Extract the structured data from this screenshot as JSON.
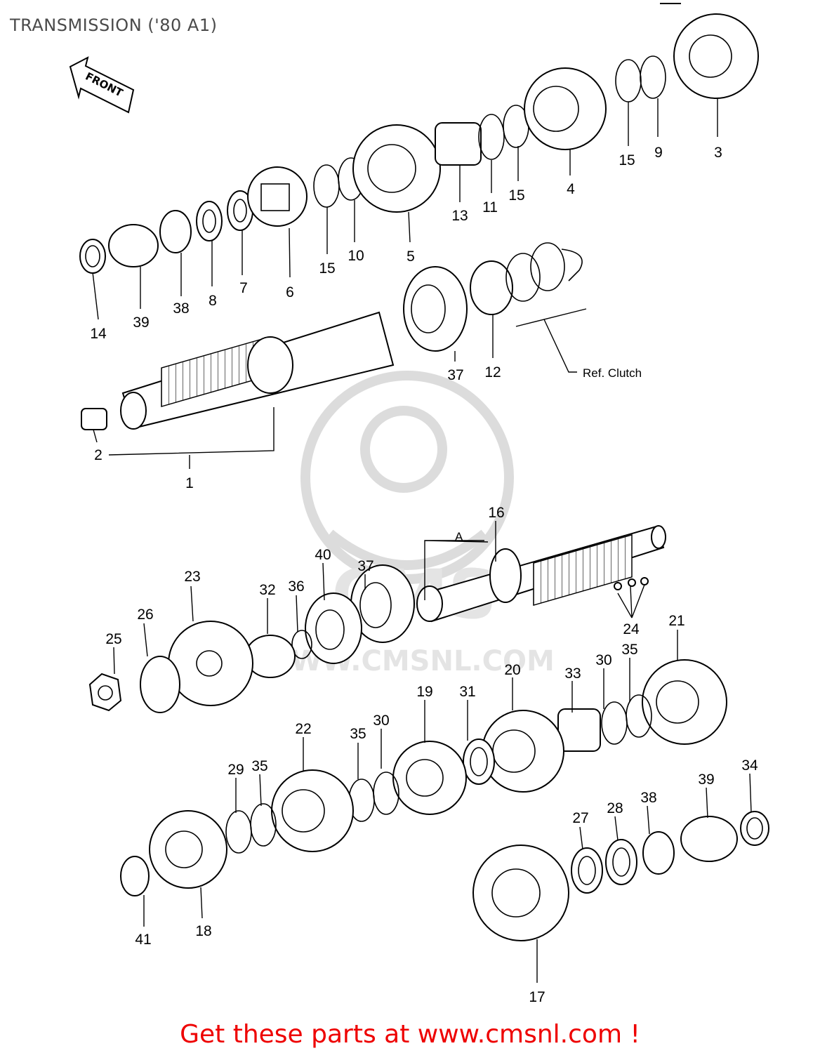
{
  "header": {
    "title": "TRANSMISSION ('80 A1)"
  },
  "front_arrow": {
    "label": "FRONT"
  },
  "watermark": {
    "site": "WWW.CMSNL.COM",
    "brand": "CMS"
  },
  "reference_note": {
    "text": "Ref. Clutch"
  },
  "dimension_mark": {
    "text": "A"
  },
  "callouts": [
    {
      "id": "c1",
      "text": "1"
    },
    {
      "id": "c2",
      "text": "2"
    },
    {
      "id": "c3",
      "text": "3"
    },
    {
      "id": "c4",
      "text": "4"
    },
    {
      "id": "c5",
      "text": "5"
    },
    {
      "id": "c6",
      "text": "6"
    },
    {
      "id": "c7",
      "text": "7"
    },
    {
      "id": "c8",
      "text": "8"
    },
    {
      "id": "c9",
      "text": "9"
    },
    {
      "id": "c10",
      "text": "10"
    },
    {
      "id": "c11",
      "text": "11"
    },
    {
      "id": "c12",
      "text": "12"
    },
    {
      "id": "c13",
      "text": "13"
    },
    {
      "id": "c14",
      "text": "14"
    },
    {
      "id": "c15a",
      "text": "15"
    },
    {
      "id": "c15b",
      "text": "15"
    },
    {
      "id": "c15c",
      "text": "15"
    },
    {
      "id": "c16",
      "text": "16"
    },
    {
      "id": "c17",
      "text": "17"
    },
    {
      "id": "c18",
      "text": "18"
    },
    {
      "id": "c19",
      "text": "19"
    },
    {
      "id": "c20",
      "text": "20"
    },
    {
      "id": "c21",
      "text": "21"
    },
    {
      "id": "c22",
      "text": "22"
    },
    {
      "id": "c23",
      "text": "23"
    },
    {
      "id": "c24",
      "text": "24"
    },
    {
      "id": "c25",
      "text": "25"
    },
    {
      "id": "c26",
      "text": "26"
    },
    {
      "id": "c27",
      "text": "27"
    },
    {
      "id": "c28",
      "text": "28"
    },
    {
      "id": "c29",
      "text": "29"
    },
    {
      "id": "c30a",
      "text": "30"
    },
    {
      "id": "c30b",
      "text": "30"
    },
    {
      "id": "c31",
      "text": "31"
    },
    {
      "id": "c32",
      "text": "32"
    },
    {
      "id": "c33",
      "text": "33"
    },
    {
      "id": "c34",
      "text": "34"
    },
    {
      "id": "c35a",
      "text": "35"
    },
    {
      "id": "c35b",
      "text": "35"
    },
    {
      "id": "c35c",
      "text": "35"
    },
    {
      "id": "c36",
      "text": "36"
    },
    {
      "id": "c37a",
      "text": "37"
    },
    {
      "id": "c37b",
      "text": "37"
    },
    {
      "id": "c38a",
      "text": "38"
    },
    {
      "id": "c38b",
      "text": "38"
    },
    {
      "id": "c39a",
      "text": "39"
    },
    {
      "id": "c39b",
      "text": "39"
    },
    {
      "id": "c40",
      "text": "40"
    },
    {
      "id": "c41",
      "text": "41"
    }
  ],
  "footer": {
    "cta": "Get these parts at www.cmsnl.com !",
    "cta_color": "#ee0000"
  }
}
